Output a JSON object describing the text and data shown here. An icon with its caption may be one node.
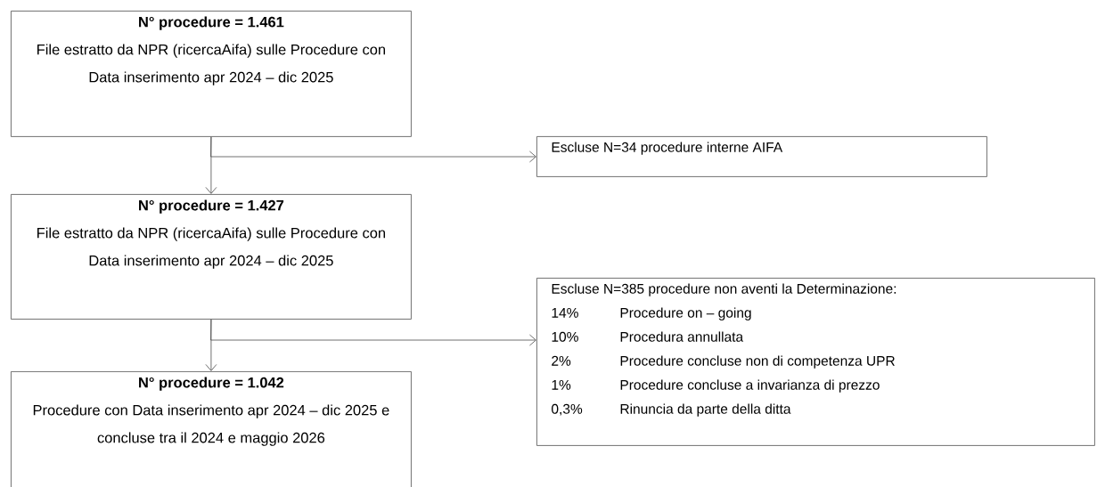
{
  "diagram": {
    "nodes": [
      {
        "text": [
          "N° procedure = 1.461",
          "File estratto da NPR (ricercaAifa) sulle Procedure con Data inserimento apr 2024 – dic 2025"
        ]
      },
      {
        "text": [
          "N° procedure = 1.427",
          "File estratto da NPR (ricercaAifa) sulle Procedure con Data inserimento apr 2024 – dic 2025"
        ]
      },
      {
        "text": [
          "N° procedure = 1.042",
          "Procedure con Data inserimento apr 2024 – dic 2025 e concluse tra il 2024 e maggio 2026"
        ]
      },
      {
        "text": [
          "Escluse N=34 procedure interne AIFA"
        ]
      },
      {
        "text": [
          "Escluse N=385 procedure non aventi la Determinazione:",
          "14%",
          "Procedure on – going",
          "10%",
          "Procedura annullata",
          "2%",
          "Procedure concluse non di competenza UPR",
          "1%",
          "Procedure concluse a invarianza di prezzo",
          "0,3%",
          "Rinuncia da parte della ditta"
        ]
      }
    ],
    "edges": [
      {
        "from": 0,
        "to": 1,
        "arrow": "to"
      },
      {
        "from": 0,
        "to": 3,
        "arrow": "to"
      },
      {
        "from": 1,
        "to": 2,
        "arrow": "to"
      },
      {
        "from": 1,
        "to": 4,
        "arrow": "to"
      }
    ]
  }
}
